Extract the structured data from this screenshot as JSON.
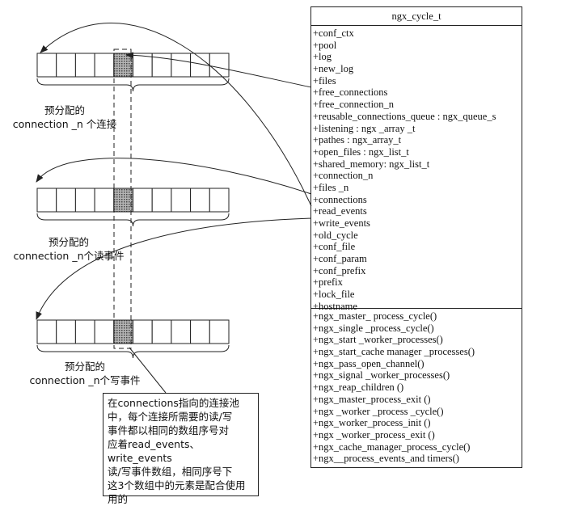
{
  "class_box": {
    "title": "ngx_cycle_t",
    "attributes": [
      "+conf_ctx",
      "+pool",
      "+log",
      "+new_log",
      "+files",
      "+free_connections",
      "+free_connection_n",
      "+reusable_connections_queue : ngx_queue_s",
      "+listening :  ngx _array _t",
      "+pathes : ngx_array_t",
      "+open_files : ngx_list_t",
      "+shared_memory: ngx_list_t",
      "+connection_n",
      "+files _n",
      "+connections",
      "+read_events",
      "+write_events",
      "+old_cycle",
      "+conf_file",
      "+conf_param",
      "+conf_prefix",
      "+prefix",
      "+lock_file",
      "+hostname"
    ],
    "methods": [
      "+ngx_master_ process_cycle()",
      "+ngx_single _process_cycle()",
      "+ngx_start _worker_processes()",
      "+ngx_start_cache manager _processes()",
      "+ngx_pass_open_channel()",
      "+ngx_signal _worker_processes()",
      "+ngx_reap_children ()",
      "+ngx_master_process_exit ()",
      "+ngx _worker _process _cycle()",
      "+ngx_worker_process_init ()",
      "+ngx _worker_process_exit ()",
      "+ngx_cache_manager_process_cycle()",
      "+ngx__process_events_and timers()"
    ]
  },
  "arrays": [
    {
      "label_line1": "预分配的",
      "label_line2": "connection _n 个连接"
    },
    {
      "label_line1": "预分配的",
      "label_line2": "connection _n个读事件"
    },
    {
      "label_line1": "预分配的",
      "label_line2": "connection _n个写事件"
    }
  ],
  "note": {
    "lines": [
      "在connections指向的连接池",
      "中，每个连接所需要的读/写",
      "事件都以相同的数组序号对",
      "应着read_events、write_events",
      "读/写事件数组，相同序号下",
      "这3个数组中的元素是配合使用",
      "用的"
    ]
  },
  "colors": {
    "line": "#222222",
    "highlight_cell": "#8a8a8a"
  }
}
